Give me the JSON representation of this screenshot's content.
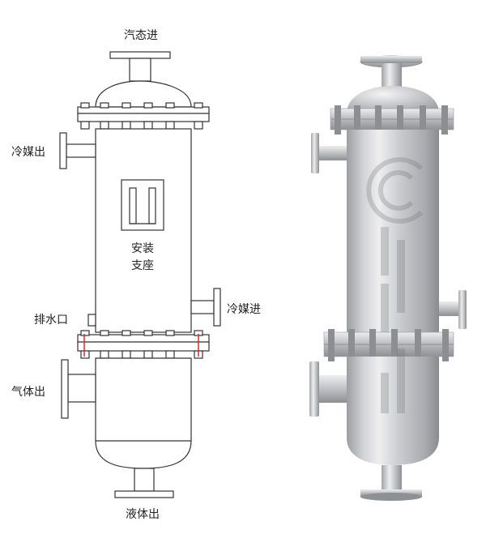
{
  "diagram": {
    "labels": {
      "steam_in": "汽态进",
      "coolant_out": "冷媒出",
      "coolant_in": "冷媒进",
      "mount_line1": "安装",
      "mount_line2": "支座",
      "drain": "排水口",
      "gas_out": "气体出",
      "liquid_out": "液体出"
    },
    "colors": {
      "line": "#333333",
      "flange_bolt_red": "#d03030",
      "metal_light": "#e9e9ea",
      "metal_dark": "#8d8e92",
      "watermark": "#9a9b9f"
    }
  }
}
